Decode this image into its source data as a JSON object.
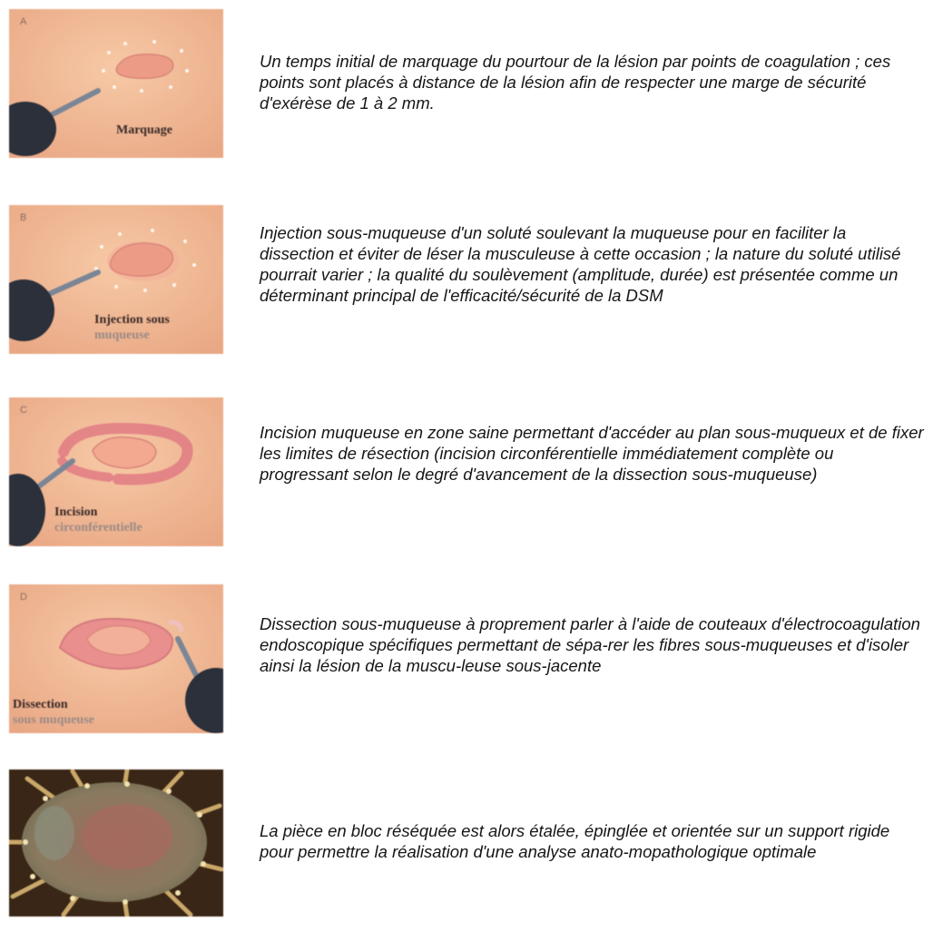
{
  "steps": [
    {
      "letter": "A",
      "caption": [
        "Marquage"
      ],
      "text": "Un temps initial de marquage du pourtour de la lésion par points de coagulation ; ces points sont placés à distance de la lésion afin de respecter une marge de sécurité d'exérèse de 1 à 2 mm."
    },
    {
      "letter": "B",
      "caption": [
        "Injection sous",
        "muqueuse"
      ],
      "text": "Injection sous-muqueuse d'un soluté soulevant la muqueuse pour en faciliter la dissection et éviter de léser la musculeuse à cette occasion ; la nature du soluté utilisé pourrait varier ; la qualité du soulèvement (amplitude, durée) est présentée comme un déterminant principal de l'efficacité/sécurité de la DSM"
    },
    {
      "letter": "C",
      "caption": [
        "Incision",
        "circonférentielle"
      ],
      "text": "Incision muqueuse en zone saine permettant d'accéder au plan sous-muqueux et de fixer les limites de résection (incision circonférentielle immédiatement complète ou progressant selon le degré d'avancement de la dissection sous-muqueuse)"
    },
    {
      "letter": "D",
      "caption": [
        "Dissection",
        "sous muqueuse"
      ],
      "text": "Dissection sous-muqueuse à proprement parler à l'aide de couteaux d'électrocoagulation endoscopique spécifiques permettant de sépa-rer les fibres sous-muqueuses et d'isoler ainsi la lésion de la muscu-leuse sous-jacente"
    },
    {
      "letter": "",
      "caption": [],
      "text": "La pièce en bloc réséquée est alors étalée, épinglée et orientée sur un support rigide pour permettre la réalisation d'une analyse anato-mopathologique optimale"
    }
  ]
}
